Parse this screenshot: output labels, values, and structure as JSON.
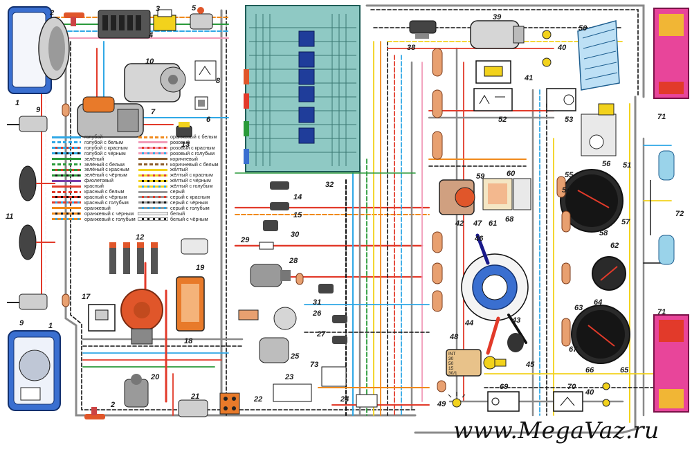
{
  "watermark": "www.MegaVaz.ru",
  "legend": {
    "left": [
      {
        "label": "голубой",
        "color": "#2fa8e6",
        "stripe": null
      },
      {
        "label": "голубой с белым",
        "color": "#2fa8e6",
        "stripe": "#ffffff"
      },
      {
        "label": "голубой с красным",
        "color": "#2fa8e6",
        "stripe": "#e23a2a"
      },
      {
        "label": "голубой с чёрным",
        "color": "#2fa8e6",
        "stripe": "#111111"
      },
      {
        "label": "зелёный",
        "color": "#2a9a3a",
        "stripe": null
      },
      {
        "label": "зелёный с белым",
        "color": "#2a9a3a",
        "stripe": "#ffffff"
      },
      {
        "label": "зелёный с красным",
        "color": "#2a9a3a",
        "stripe": "#e23a2a"
      },
      {
        "label": "зелёный с чёрным",
        "color": "#2a9a3a",
        "stripe": "#111111"
      },
      {
        "label": "фиолетовый",
        "color": "#7a3fa8",
        "stripe": null
      },
      {
        "label": "красный",
        "color": "#e23a2a",
        "stripe": null
      },
      {
        "label": "красный с белым",
        "color": "#e23a2a",
        "stripe": "#ffffff"
      },
      {
        "label": "красный с чёрным",
        "color": "#e23a2a",
        "stripe": "#111111"
      },
      {
        "label": "красный с голубым",
        "color": "#e23a2a",
        "stripe": "#2fa8e6"
      },
      {
        "label": "оранжевый",
        "color": "#f08a1c",
        "stripe": null
      },
      {
        "label": "оранжевый с чёрным",
        "color": "#f08a1c",
        "stripe": "#111111"
      },
      {
        "label": "оранжевый с голубым",
        "color": "#f08a1c",
        "stripe": "#2fa8e6"
      }
    ],
    "right": [
      {
        "label": "оранжевый с белым",
        "color": "#f08a1c",
        "stripe": "#ffffff"
      },
      {
        "label": "розовый",
        "color": "#f29ab8",
        "stripe": null
      },
      {
        "label": "розовый с красным",
        "color": "#f29ab8",
        "stripe": "#e23a2a"
      },
      {
        "label": "розовый с голубым",
        "color": "#f29ab8",
        "stripe": "#2fa8e6"
      },
      {
        "label": "коричневый",
        "color": "#8a5a2a",
        "stripe": null
      },
      {
        "label": "коричневый с белым",
        "color": "#8a5a2a",
        "stripe": "#ffffff"
      },
      {
        "label": "жёлтый",
        "color": "#f2d21c",
        "stripe": null
      },
      {
        "label": "жёлтый с красным",
        "color": "#f2d21c",
        "stripe": "#e23a2a"
      },
      {
        "label": "жёлтый с чёрным",
        "color": "#f2d21c",
        "stripe": "#111111"
      },
      {
        "label": "жёлтый с голубым",
        "color": "#f2d21c",
        "stripe": "#2fa8e6"
      },
      {
        "label": "серый",
        "color": "#9a9a9a",
        "stripe": null
      },
      {
        "label": "серый с красным",
        "color": "#9a9a9a",
        "stripe": "#e23a2a"
      },
      {
        "label": "серый с чёрным",
        "color": "#9a9a9a",
        "stripe": "#111111"
      },
      {
        "label": "серый с голубым",
        "color": "#9a9a9a",
        "stripe": "#2fa8e6"
      },
      {
        "label": "белый",
        "color": "#f4f4f4",
        "stripe": null
      },
      {
        "label": "белый с чёрным",
        "color": "#f4f4f4",
        "stripe": "#111111"
      }
    ]
  },
  "components": [
    {
      "num": "1"
    },
    {
      "num": "2"
    },
    {
      "num": "3"
    },
    {
      "num": "4"
    },
    {
      "num": "5"
    },
    {
      "num": "6"
    },
    {
      "num": "7"
    },
    {
      "num": "8"
    },
    {
      "num": "9"
    },
    {
      "num": "10"
    },
    {
      "num": "11"
    },
    {
      "num": "12"
    },
    {
      "num": "13"
    },
    {
      "num": "14"
    },
    {
      "num": "15"
    },
    {
      "num": "17"
    },
    {
      "num": "18"
    },
    {
      "num": "19"
    },
    {
      "num": "20"
    },
    {
      "num": "21"
    },
    {
      "num": "22"
    },
    {
      "num": "23"
    },
    {
      "num": "24"
    },
    {
      "num": "25"
    },
    {
      "num": "26"
    },
    {
      "num": "27"
    },
    {
      "num": "28"
    },
    {
      "num": "29"
    },
    {
      "num": "30"
    },
    {
      "num": "31"
    },
    {
      "num": "32"
    },
    {
      "num": "38"
    },
    {
      "num": "39"
    },
    {
      "num": "40"
    },
    {
      "num": "41"
    },
    {
      "num": "42"
    },
    {
      "num": "43"
    },
    {
      "num": "44"
    },
    {
      "num": "45"
    },
    {
      "num": "46"
    },
    {
      "num": "47"
    },
    {
      "num": "48"
    },
    {
      "num": "49"
    },
    {
      "num": "50"
    },
    {
      "num": "51"
    },
    {
      "num": "52"
    },
    {
      "num": "53"
    },
    {
      "num": "54"
    },
    {
      "num": "55"
    },
    {
      "num": "56"
    },
    {
      "num": "57"
    },
    {
      "num": "58"
    },
    {
      "num": "59"
    },
    {
      "num": "60"
    },
    {
      "num": "61"
    },
    {
      "num": "62"
    },
    {
      "num": "63"
    },
    {
      "num": "64"
    },
    {
      "num": "65"
    },
    {
      "num": "66"
    },
    {
      "num": "67"
    },
    {
      "num": "68"
    },
    {
      "num": "69"
    },
    {
      "num": "70"
    },
    {
      "num": "71"
    },
    {
      "num": "72"
    },
    {
      "num": "73"
    }
  ],
  "ignition_terminals": [
    "INT",
    "30",
    "50",
    "15",
    "30/1"
  ],
  "colors": {
    "lamp_housing": "#3a6fd0",
    "tail_light": "#e8459a",
    "fuse_box": "#8fc9c4",
    "distributor": "#e0562a",
    "coil": "#e87a2a",
    "connector": "#e8a070"
  }
}
